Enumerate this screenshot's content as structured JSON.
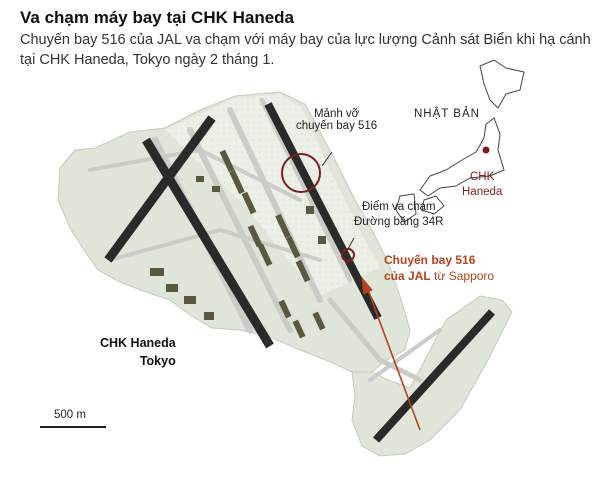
{
  "header": {
    "title": "Va chạm máy bay tại CHK Haneda",
    "subtitle": "Chuyến bay 516 của JAL va chạm với máy bay của lực lượng Cảnh sát Biển khi hạ cánh tại CHK Haneda, Tokyo ngày 2 tháng 1."
  },
  "map": {
    "debris_label_line1": "Mảnh vỡ",
    "debris_label_line2": "chuyến bay 516",
    "collision_label_line1": "Điểm va chạm",
    "collision_label_line2": "Đường băng 34R",
    "flight_label_line1": "Chuyến bay 516",
    "flight_label_line2_bold": "của JAL",
    "flight_label_line2_normal": " từ Sapporo",
    "airport_label_line1": "CHK Haneda",
    "airport_label_line2": "Tokyo",
    "scale_label": "500 m",
    "colors": {
      "accent_red": "#b5431b",
      "dark_red": "#7a1f1f",
      "runway": "#2a2a2a",
      "terrain": "#dfe5d8",
      "pavement": "#c9ccc7"
    }
  },
  "inset": {
    "country_label": "NHẬT BẢN",
    "city_label_line1": "CHK",
    "city_label_line2": "Haneda"
  }
}
